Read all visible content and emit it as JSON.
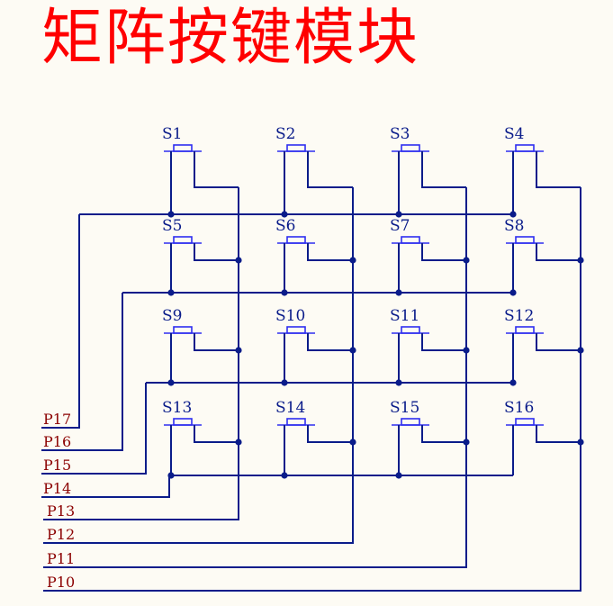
{
  "title": "矩阵按键模块",
  "switches": [
    "S1",
    "S2",
    "S3",
    "S4",
    "S5",
    "S6",
    "S7",
    "S8",
    "S9",
    "S10",
    "S11",
    "S12",
    "S13",
    "S14",
    "S15",
    "S16"
  ],
  "pins": [
    "P17",
    "P16",
    "P15",
    "P14",
    "P13",
    "P12",
    "P11",
    "P10"
  ],
  "colors": {
    "title": "#ff0000",
    "wire": "#0a1c8a",
    "button": "#2e2ef0",
    "pin_label": "#8b0000"
  }
}
